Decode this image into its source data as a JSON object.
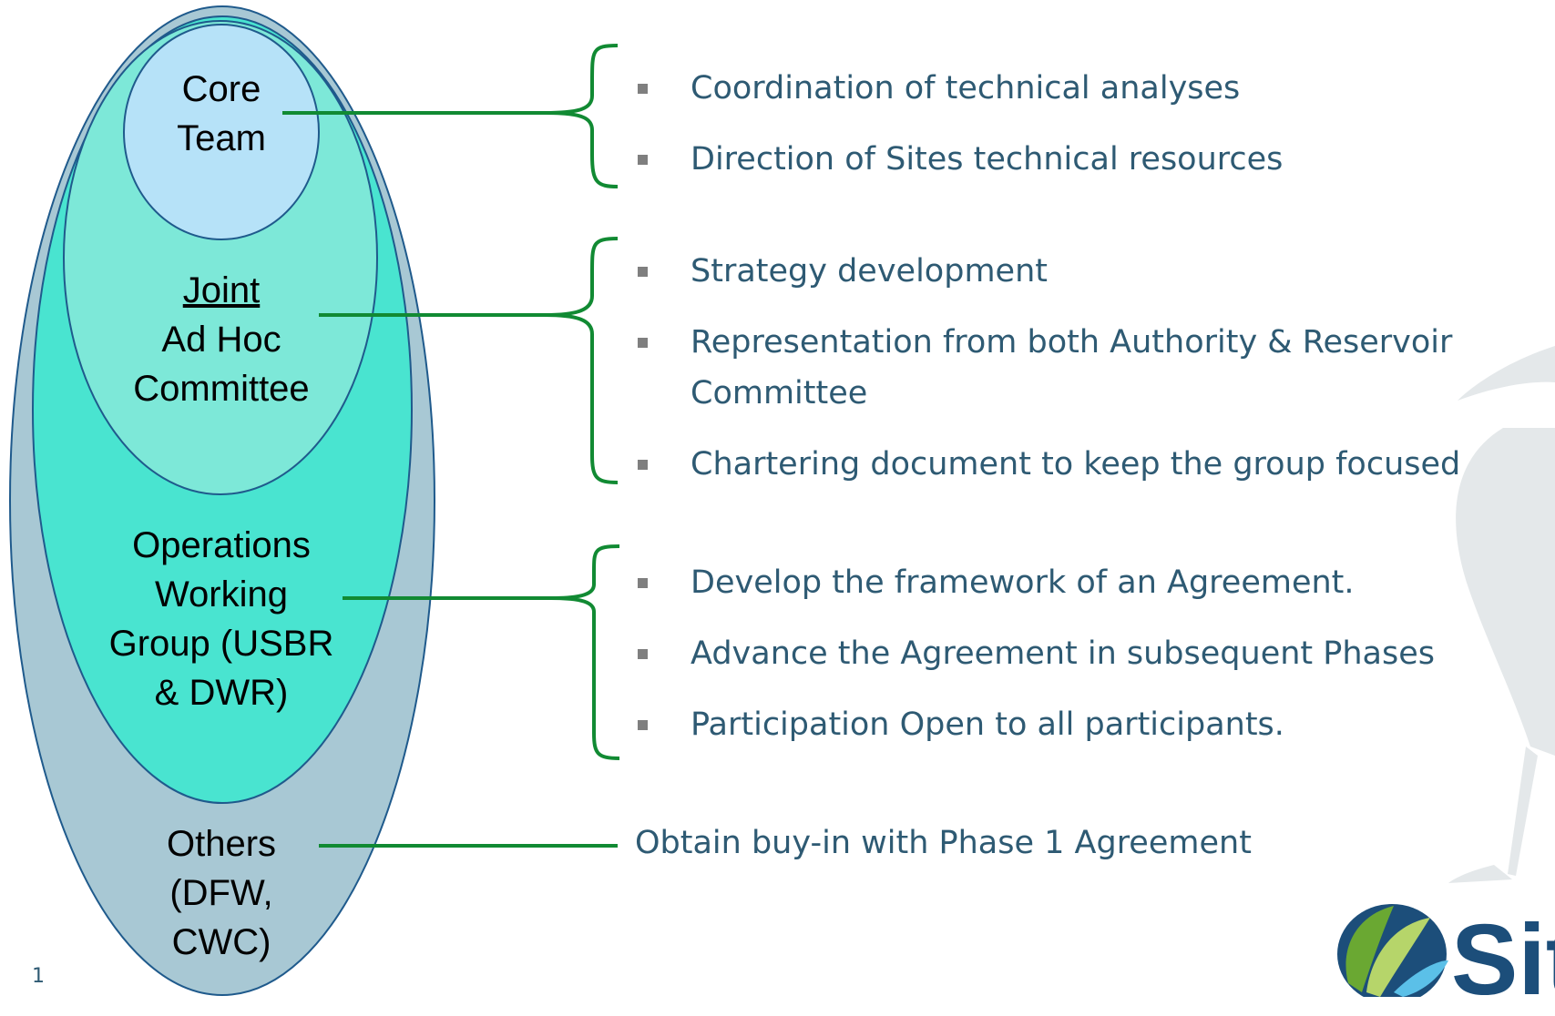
{
  "page_number": "1",
  "colors": {
    "outer_oval": "#a8c8d4",
    "ops_oval": "#49e4d0",
    "joint_oval": "#7de8d8",
    "core_oval": "#b6e2f8",
    "oval_stroke": "#1f5a8c",
    "connector": "#118a33",
    "text": "#2e5a73",
    "bullet": "#7f7f7f"
  },
  "ovals": {
    "core": {
      "line1": "Core",
      "line2": "Team"
    },
    "joint": {
      "line1": "Joint",
      "line2": "Ad Hoc",
      "line3": "Committee"
    },
    "operations": {
      "line1": "Operations",
      "line2": "Working",
      "line3": "Group (USBR",
      "line4": "& DWR)"
    },
    "others": {
      "line1": "Others",
      "line2": "(DFW,",
      "line3": "CWC)"
    }
  },
  "groups": {
    "core": [
      "Coordination of technical analyses",
      "Direction of Sites technical resources"
    ],
    "joint": [
      "Strategy development",
      "Representation from both Authority & Reservoir",
      "Committee",
      "Chartering document to keep the group focused"
    ],
    "operations": [
      "Develop the framework of an Agreement.",
      "Advance the Agreement in subsequent Phases",
      "Participation Open to all participants."
    ],
    "others_text": "Obtain buy-in with Phase 1 Agreement"
  },
  "logo": {
    "text": "Sit",
    "icon": "sites-leaf-logo-icon"
  },
  "background": {
    "icon": "heron-watermark-icon"
  }
}
